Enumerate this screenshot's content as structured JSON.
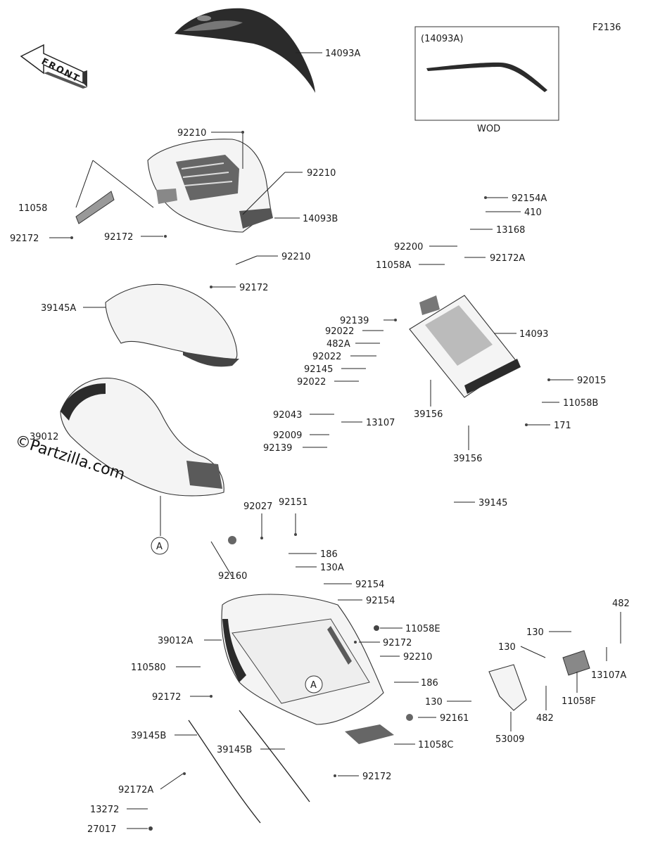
{
  "figure_code": "F2136",
  "front_label": "FRONT",
  "inset": {
    "part_ref": "(14093A)",
    "caption": "WOD"
  },
  "watermark": "©Partzilla.com",
  "ref_marker": "A",
  "part_labels": [
    "14093A",
    "92210",
    "92210",
    "11058",
    "14093B",
    "92172",
    "92172",
    "92210",
    "92172",
    "39145A",
    "39012",
    "92154A",
    "410",
    "13168",
    "92200",
    "11058A",
    "92172A",
    "92139",
    "92022",
    "482A",
    "92022",
    "92145",
    "92022",
    "14093",
    "39156",
    "92043",
    "13107",
    "92009",
    "92139",
    "92015",
    "11058B",
    "171",
    "39156",
    "39145",
    "92027",
    "92151",
    "92160",
    "186",
    "130A",
    "92154",
    "92154",
    "11058E",
    "39012A",
    "92172",
    "92210",
    "110580",
    "186",
    "92172",
    "130",
    "130",
    "482",
    "13107A",
    "11058F",
    "482",
    "130",
    "92161",
    "53009",
    "39145B",
    "39145B",
    "11058C",
    "92172A",
    "92172",
    "13272",
    "27017"
  ]
}
